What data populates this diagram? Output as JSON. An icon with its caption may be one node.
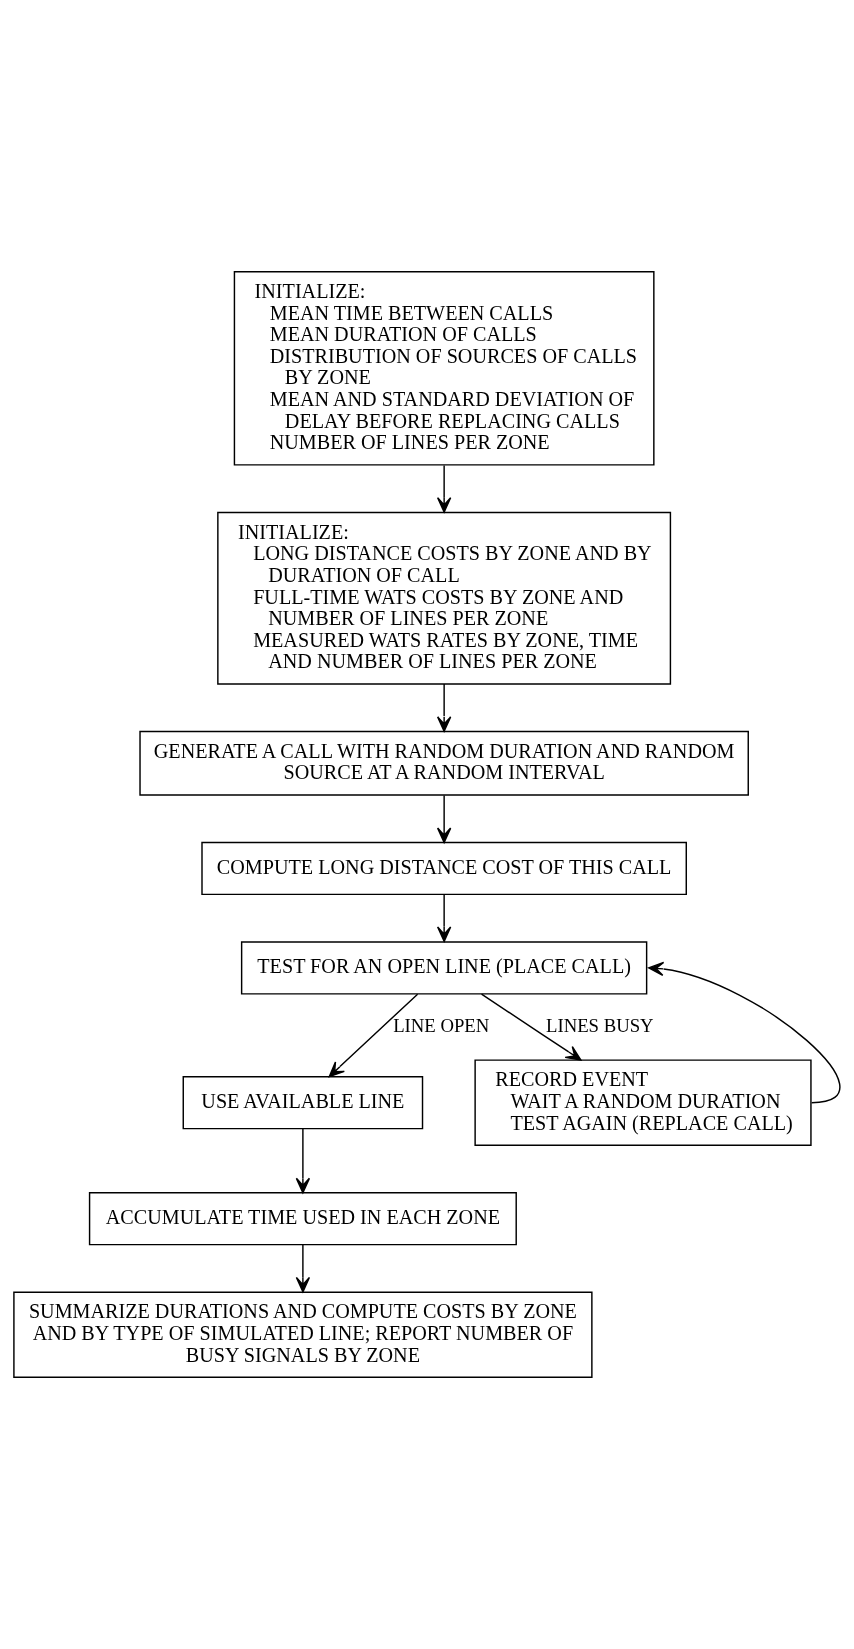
{
  "diagram": {
    "nodes": [
      {
        "text": [
          "INITIALIZE:",
          "MEAN TIME BETWEEN CALLS",
          "MEAN DURATION OF CALLS",
          "DISTRIBUTION OF SOURCES OF CALLS BY ZONE",
          "MEAN AND STANDARD DEVIATION OF DELAY BEFORE REPLACING CALLS",
          "NUMBER OF LINES PER ZONE"
        ]
      },
      {
        "text": [
          "INITIALIZE:",
          "LONG DISTANCE COSTS BY ZONE AND BY DURATION OF CALL",
          "FULL-TIME WATS COSTS BY ZONE AND NUMBER OF LINES PER ZONE",
          "MEASURED WATS RATES BY ZONE, TIME AND NUMBER OF LINES PER ZONE"
        ]
      },
      {
        "text": [
          "GENERATE A CALL WITH RANDOM DURATION AND RANDOM SOURCE AT A RANDOM INTERVAL"
        ]
      },
      {
        "text": [
          "COMPUTE LONG DISTANCE COST OF THIS CALL"
        ]
      },
      {
        "text": [
          "TEST FOR AN OPEN LINE (PLACE CALL)"
        ]
      },
      {
        "text": [
          "USE AVAILABLE LINE"
        ]
      },
      {
        "text": [
          "RECORD EVENT",
          "WAIT A RANDOM DURATION",
          "TEST AGAIN (REPLACE CALL)"
        ]
      },
      {
        "text": [
          "ACCUMULATE TIME USED IN EACH ZONE"
        ]
      },
      {
        "text": [
          "SUMMARIZE DURATIONS AND COMPUTE COSTS BY ZONE AND BY TYPE OF SIMULATED LINE; REPORT NUMBER OF BUSY SIGNALS BY ZONE"
        ]
      }
    ],
    "edges": [
      {
        "from": 0,
        "to": 1,
        "arrow": "to"
      },
      {
        "from": 1,
        "to": 2,
        "arrow": "to"
      },
      {
        "from": 2,
        "to": 3,
        "arrow": "to"
      },
      {
        "from": 3,
        "to": 4,
        "arrow": "to"
      },
      {
        "from": 4,
        "to": 5,
        "arrow": "to",
        "label": "LINE OPEN"
      },
      {
        "from": 4,
        "to": 6,
        "arrow": "to",
        "label": "LINES BUSY"
      },
      {
        "from": 6,
        "to": 4,
        "arrow": "to"
      },
      {
        "from": 5,
        "to": 7,
        "arrow": "to"
      },
      {
        "from": 7,
        "to": 8,
        "arrow": "to"
      }
    ]
  }
}
